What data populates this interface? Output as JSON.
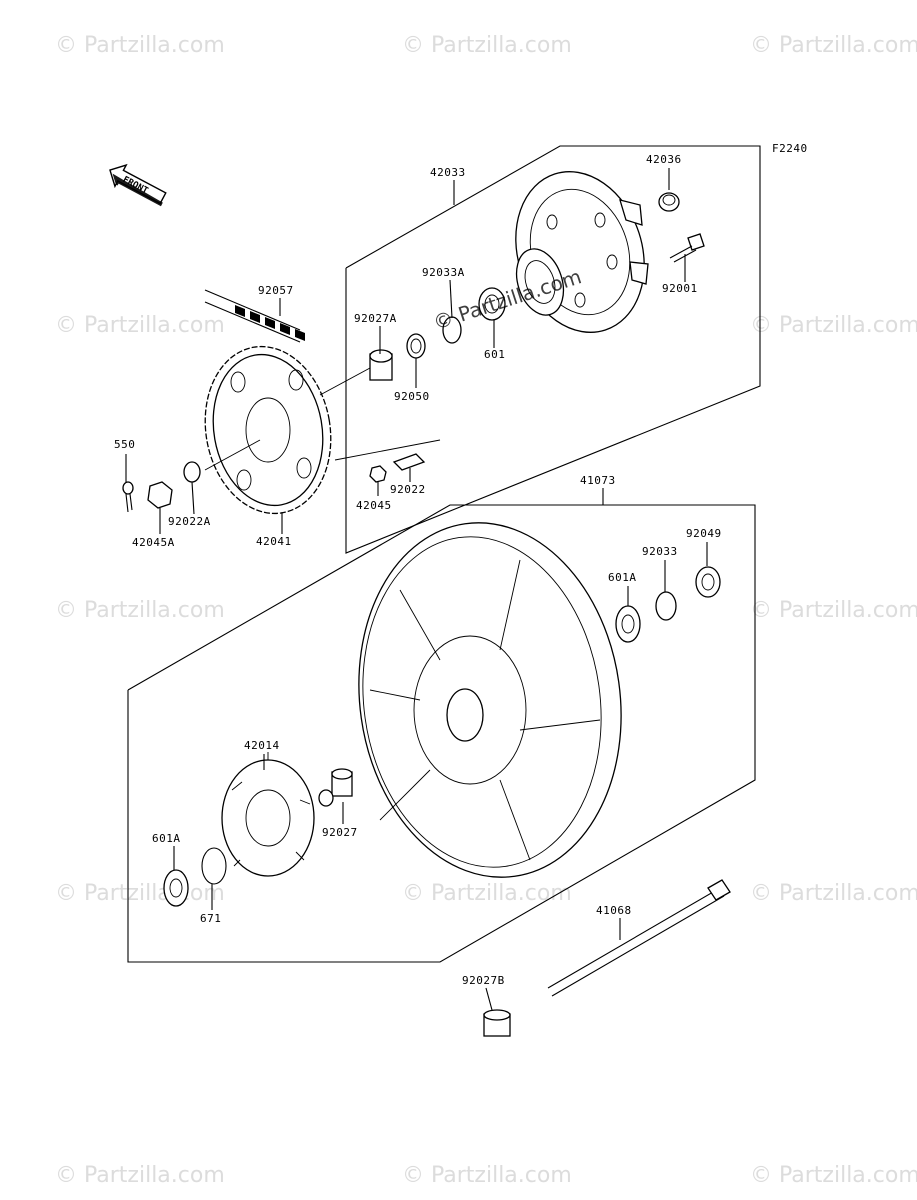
{
  "diagram": {
    "code": "F2240",
    "front_label": "FRONT"
  },
  "watermark": {
    "text": "© Partzilla.com",
    "center_text": "© Partzilla.com"
  },
  "parts": [
    {
      "id": "p42033",
      "label": "42033"
    },
    {
      "id": "p42036",
      "label": "42036"
    },
    {
      "id": "p92001",
      "label": "92001"
    },
    {
      "id": "p92057",
      "label": "92057"
    },
    {
      "id": "p92033A",
      "label": "92033A"
    },
    {
      "id": "p92027A",
      "label": "92027A"
    },
    {
      "id": "p601",
      "label": "601"
    },
    {
      "id": "p92050",
      "label": "92050"
    },
    {
      "id": "p550",
      "label": "550"
    },
    {
      "id": "p92022",
      "label": "92022"
    },
    {
      "id": "p42045",
      "label": "42045"
    },
    {
      "id": "p92022A",
      "label": "92022A"
    },
    {
      "id": "p42045A",
      "label": "42045A"
    },
    {
      "id": "p42041",
      "label": "42041"
    },
    {
      "id": "p41073",
      "label": "41073"
    },
    {
      "id": "p92049",
      "label": "92049"
    },
    {
      "id": "p92033",
      "label": "92033"
    },
    {
      "id": "p601A_top",
      "label": "601A"
    },
    {
      "id": "p42014",
      "label": "42014"
    },
    {
      "id": "p92027",
      "label": "92027"
    },
    {
      "id": "p601A_bottom",
      "label": "601A"
    },
    {
      "id": "p671",
      "label": "671"
    },
    {
      "id": "p41068",
      "label": "41068"
    },
    {
      "id": "p92027B",
      "label": "92027B"
    }
  ]
}
